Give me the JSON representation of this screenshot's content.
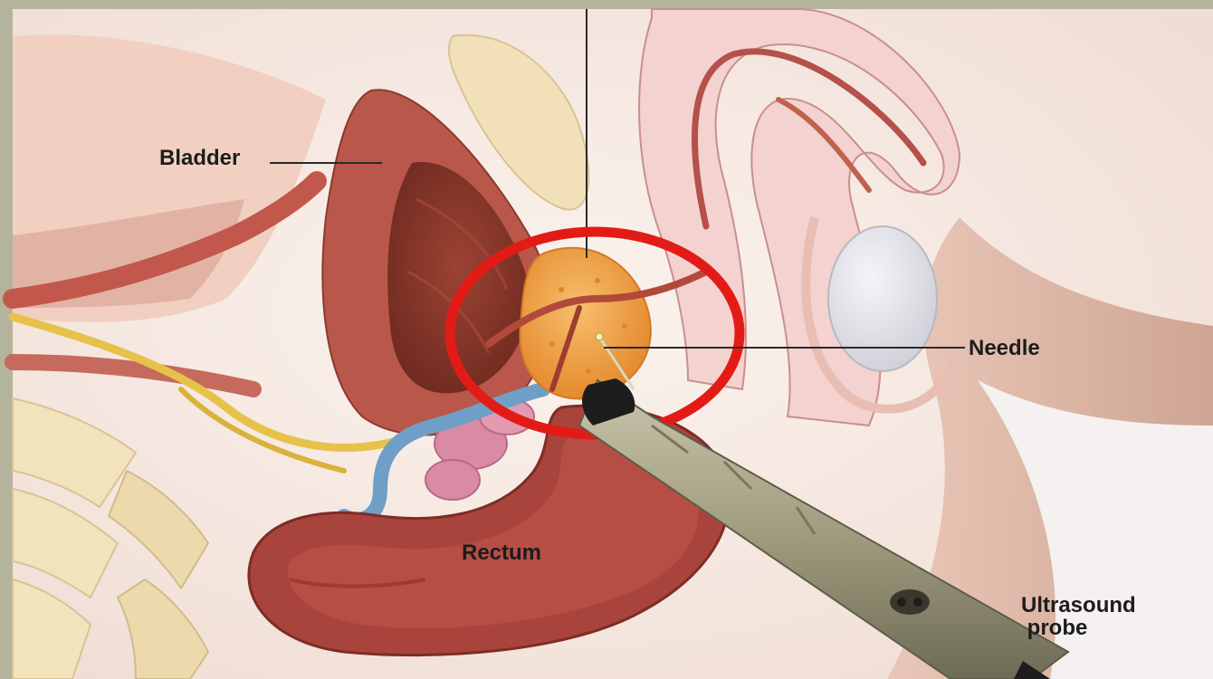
{
  "labels": {
    "bladder": "Bladder",
    "needle": "Needle",
    "rectum": "Rectum",
    "ultrasound_probe": "Ultrasound\n probe"
  },
  "colors": {
    "frame": "#b4b49c",
    "background": "#f6ece6",
    "skin": "#edcfc3",
    "bladder_wall": "#b9584a",
    "bladder_interior": "#8e3a2e",
    "prostate": "#f3a64e",
    "rectum": "#a9443c",
    "seminal_vesicle": "#d98aa4",
    "vas_deferens": "#6f9fc6",
    "nerve": "#e6c24a",
    "highlight_circle": "#e31b16",
    "probe_body": "#a9a58a",
    "probe_tip": "#1d1d1d",
    "leader_line": "#2a2a2a"
  },
  "icons": {
    "highlight": "red-ellipse-highlight-icon",
    "probe": "ultrasound-probe-icon",
    "needle": "needle-icon"
  }
}
